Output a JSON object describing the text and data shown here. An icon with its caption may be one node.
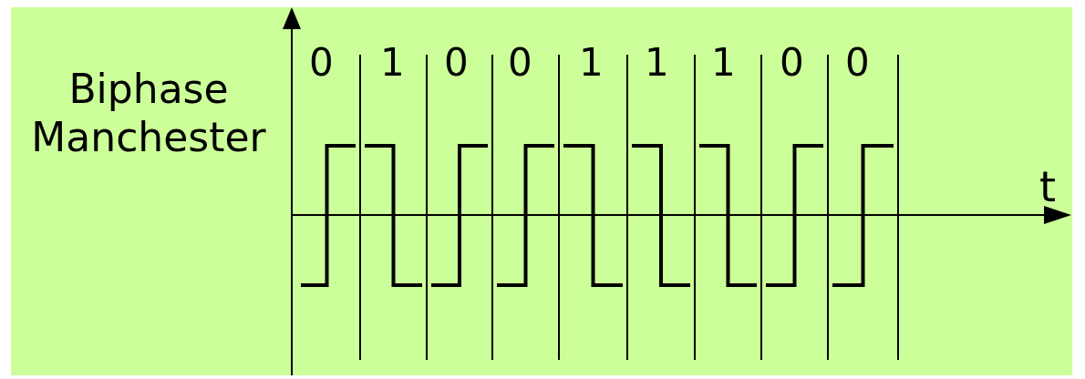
{
  "diagram": {
    "labels": [
      "Biphase Manchester",
      "0",
      "1",
      "0",
      "0",
      "1",
      "1",
      "1",
      "0",
      "0",
      "t"
    ]
  }
}
